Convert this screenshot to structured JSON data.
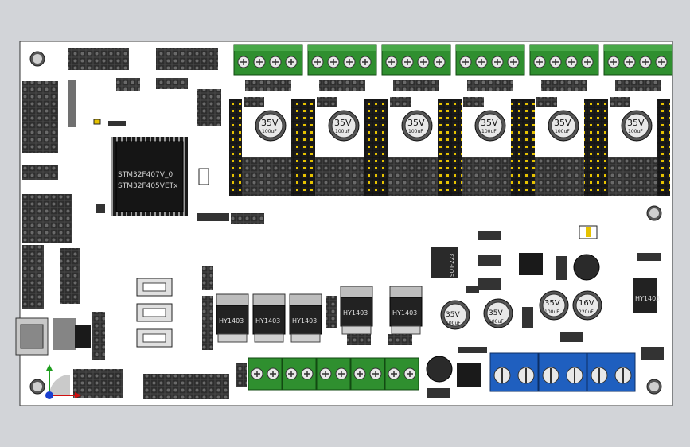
{
  "board": {
    "mcu_label_line1": "STM32F407V_0",
    "mcu_label_line2": "STM32F405VETx"
  },
  "capacitors_top": {
    "voltage": "35V",
    "capacitance": "100uF"
  },
  "capacitors_bottom": {
    "left_voltage": "35V",
    "left_capacitance": "100uF",
    "right_voltage": "35V",
    "right_capacitance": "100uF",
    "c1_voltage": "35V",
    "c1_capacitance": "100uF",
    "c2_voltage": "16V",
    "c2_capacitance": "220uF"
  },
  "mosfets": {
    "label": "HY1403"
  },
  "regulator": {
    "label": "SOT-223"
  },
  "colors": {
    "board": "#ffffff",
    "terminal_green": "#2f8f2f",
    "terminal_blue": "#1f5fbf",
    "chip": "#1a1a1a",
    "pin_header": "#3a3a3a",
    "pin_gold": "#e6c200",
    "background": "#d2d4d8"
  }
}
